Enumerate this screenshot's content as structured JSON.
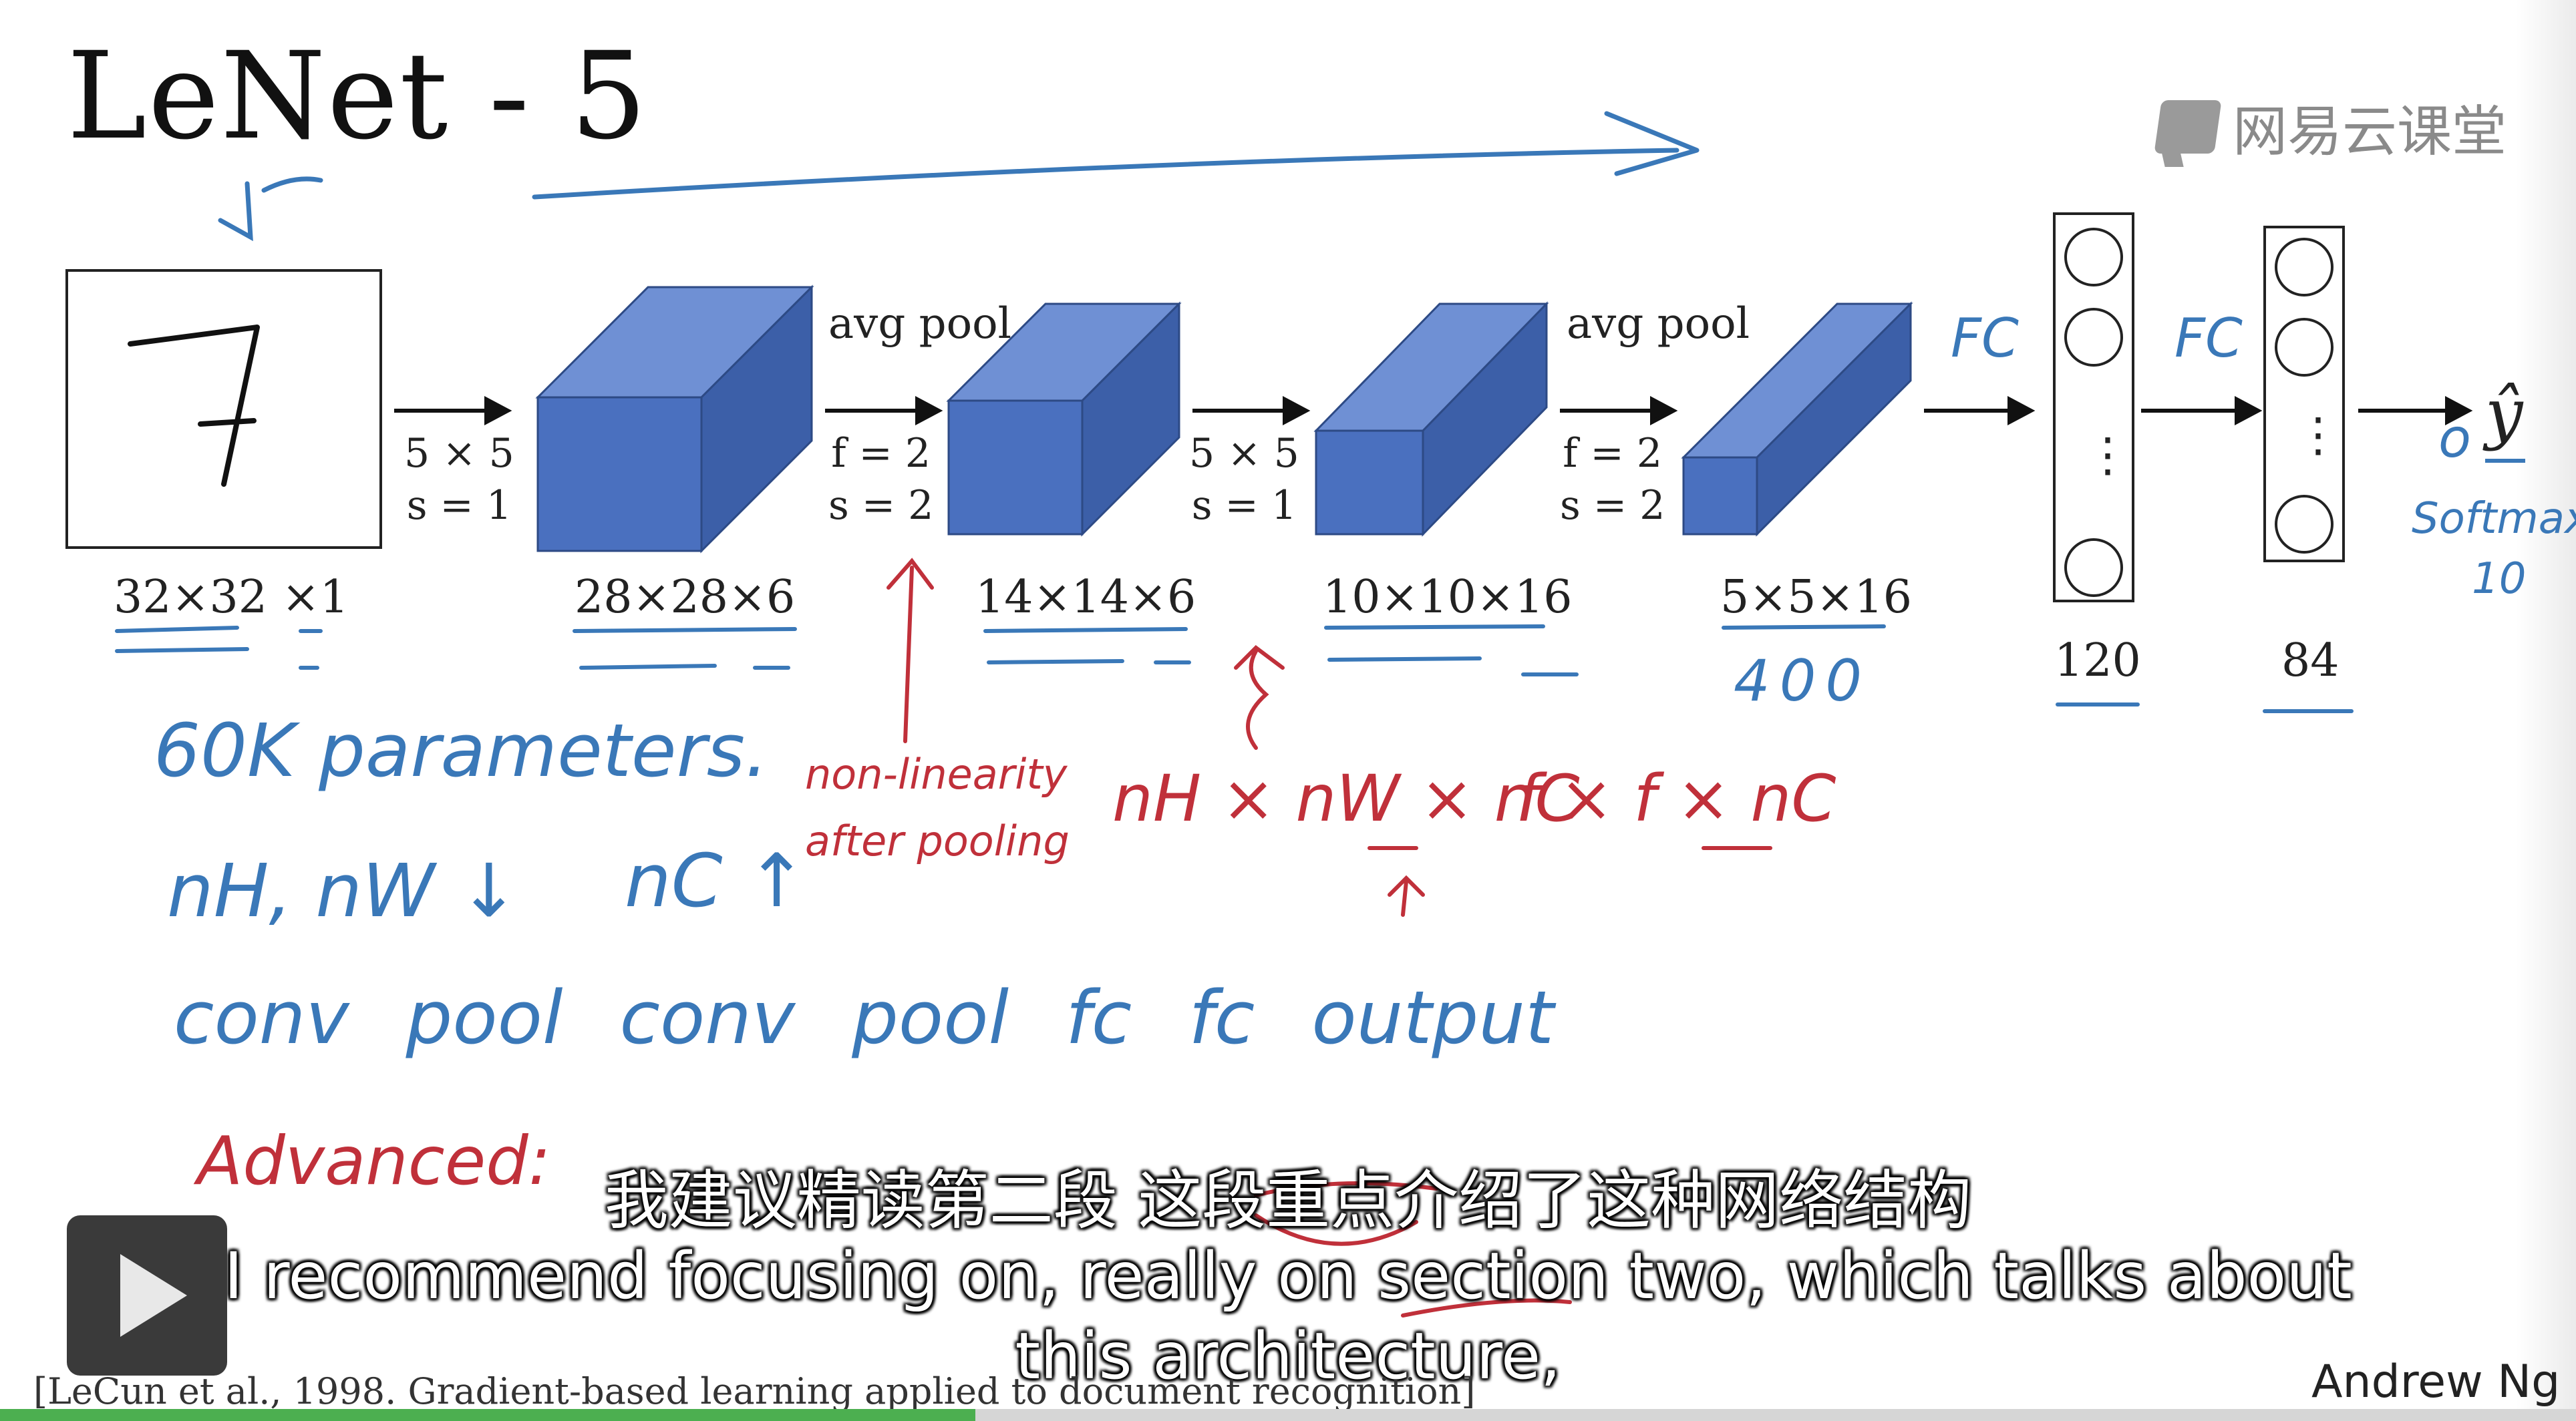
{
  "slide": {
    "title": "LeNet - 5",
    "logo_text": "网易云课堂",
    "citation": "[LeCun et al., 1998. Gradient-based learning applied to document recognition]",
    "author": "Andrew Ng"
  },
  "network": {
    "input_digit": "7",
    "input_dim": "32×32 ×1",
    "conv1_params": [
      "5 × 5",
      "s = 1"
    ],
    "conv1_dim": "28×28×6",
    "pool1_label": "avg pool",
    "pool1_params": [
      "f = 2",
      "s = 2"
    ],
    "pool1_dim": "14×14×6",
    "conv2_params": [
      "5 × 5",
      "s = 1"
    ],
    "conv2_dim": "10×10×16",
    "pool2_label": "avg pool",
    "pool2_params": [
      "f = 2",
      "s = 2"
    ],
    "pool2_dim": "5×5×16",
    "fc1_size": "120",
    "fc2_size": "84",
    "vertical_dots": "⋮",
    "output_label": "ŷ"
  },
  "handwriting": {
    "fc1": "FC",
    "fc2": "FC",
    "flat": "400",
    "softmax": "Softmax",
    "softmax_count": "10",
    "output_zero": "o",
    "params": "60K parameters.",
    "nh_nw": "nH, nW ↓",
    "nc": "nC ↑",
    "sequence": "conv pool conv pool fc fc output",
    "advanced": "Advanced:",
    "nonlinearity": [
      "non-linearity",
      "after pooling"
    ],
    "volume": "nH × nW × nC",
    "filter": "f × f × nC"
  },
  "subtitles": {
    "zh": "我建议精读第二段 这段重点介绍了这种网络结构",
    "en_line1": "I recommend focusing on, really on section two, which talks about",
    "en_line2": "this architecture,"
  },
  "player": {
    "play_icon": "play-icon"
  },
  "colors": {
    "cube_front": "#4a70bf",
    "cube_top": "#6f90d4",
    "cube_side": "#3c5fa8",
    "ink_blue": "#3a78b8",
    "ink_red": "#c0303a"
  }
}
